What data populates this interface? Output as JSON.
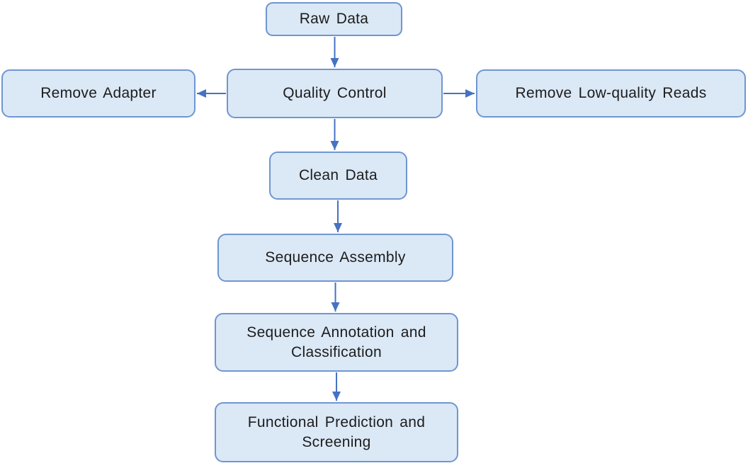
{
  "diagram": {
    "type": "flowchart",
    "nodes": [
      {
        "id": "raw-data",
        "label": "Raw Data"
      },
      {
        "id": "quality-control",
        "label": "Quality Control"
      },
      {
        "id": "remove-adapter",
        "label": "Remove Adapter"
      },
      {
        "id": "remove-low-quality-reads",
        "label": "Remove Low-quality Reads"
      },
      {
        "id": "clean-data",
        "label": "Clean Data"
      },
      {
        "id": "sequence-assembly",
        "label": "Sequence Assembly"
      },
      {
        "id": "sequence-annotation-and-classification",
        "label": "Sequence Annotation and Classification"
      },
      {
        "id": "functional-prediction-and-screening",
        "label": "Functional Prediction and Screening"
      }
    ],
    "edges": [
      {
        "from": "raw-data",
        "to": "quality-control",
        "direction": "down"
      },
      {
        "from": "quality-control",
        "to": "remove-adapter",
        "direction": "left"
      },
      {
        "from": "quality-control",
        "to": "remove-low-quality-reads",
        "direction": "right"
      },
      {
        "from": "quality-control",
        "to": "clean-data",
        "direction": "down"
      },
      {
        "from": "clean-data",
        "to": "sequence-assembly",
        "direction": "down"
      },
      {
        "from": "sequence-assembly",
        "to": "sequence-annotation-and-classification",
        "direction": "down"
      },
      {
        "from": "sequence-annotation-and-classification",
        "to": "functional-prediction-and-screening",
        "direction": "down"
      }
    ],
    "colors": {
      "node_fill": "#dbe8f6",
      "node_border": "#7096d0",
      "arrow": "#4472c4",
      "text": "#1c1c1c",
      "background": "#ffffff"
    }
  }
}
